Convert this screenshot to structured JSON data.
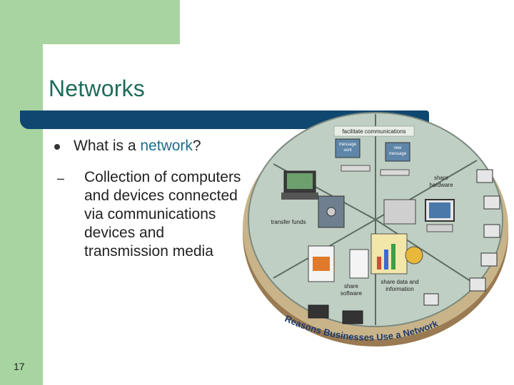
{
  "slide": {
    "title": "Networks",
    "bullet": {
      "text_before": "What is a ",
      "highlight": "network",
      "text_after": "?"
    },
    "sub_dash": "–",
    "sub_bullet": "Collection of computers and devices connected via communications devices and transmission media",
    "page_number": "17"
  },
  "wheel": {
    "labels": {
      "facilitate": "facilitate communications",
      "share_hardware_1": "share",
      "share_hardware_2": "hardware",
      "transfer_funds": "transfer funds",
      "share_data_1": "share data and",
      "share_data_2": "information",
      "share_software_1": "share",
      "share_software_2": "software",
      "message_sent_1": "message",
      "message_sent_2": "sent",
      "new_message_1": "new",
      "new_message_2": "message",
      "rim_text": "Reasons Businesses Use a Network"
    }
  },
  "colors": {
    "green": "#a7d4a0",
    "title_color": "#1f6b5a",
    "bar_color": "#0e4770",
    "highlight": "#1f6b8a"
  }
}
